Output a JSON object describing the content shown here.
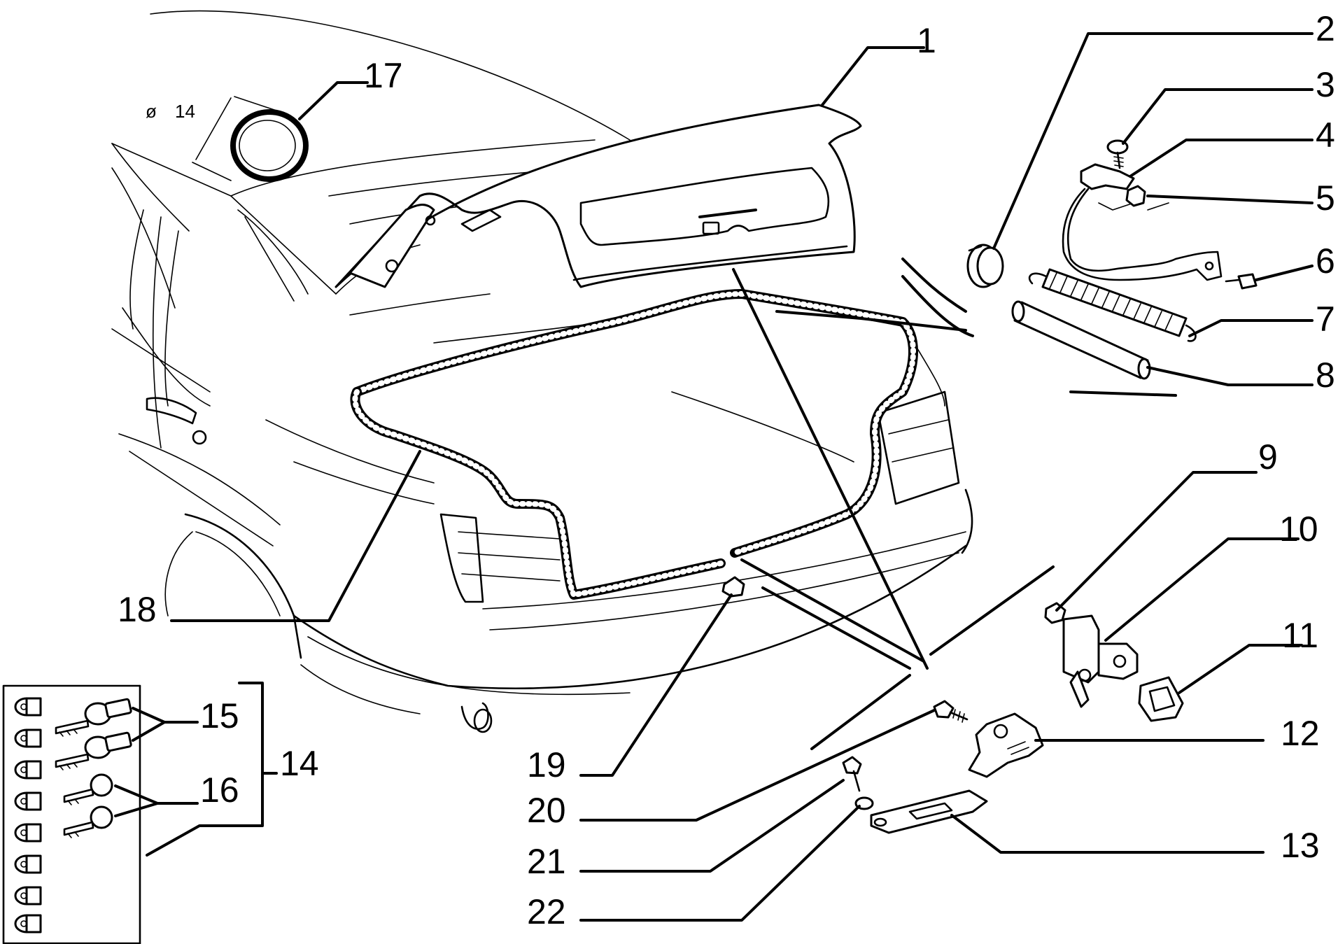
{
  "diagram": {
    "dimension": {
      "symbol": "ø",
      "value": "14"
    },
    "callouts": {
      "c1": "1",
      "c2": "2",
      "c3": "3",
      "c4": "4",
      "c5": "5",
      "c6": "6",
      "c7": "7",
      "c8": "8",
      "c9": "9",
      "c10": "10",
      "c11": "11",
      "c12": "12",
      "c13": "13",
      "c14": "14",
      "c15": "15",
      "c16": "16",
      "c17": "17",
      "c18": "18",
      "c19": "19",
      "c20": "20",
      "c21": "21",
      "c22": "22"
    }
  }
}
